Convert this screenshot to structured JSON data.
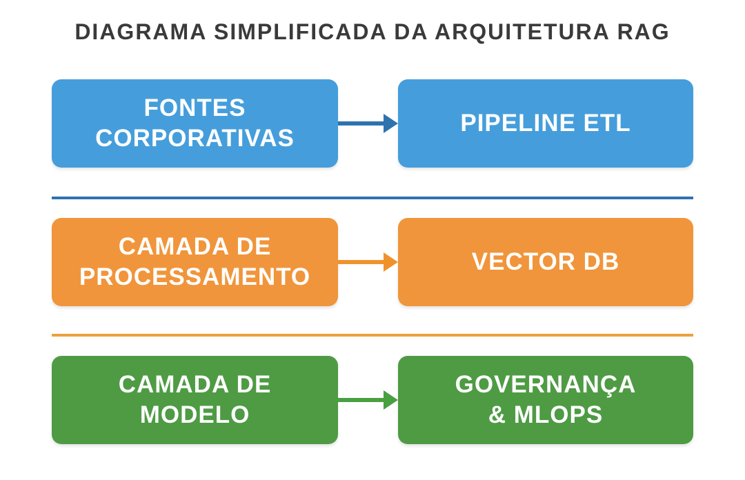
{
  "title": "DIAGRAMA SIMPLIFICADA DA ARQUITETURA RAG",
  "title_color": "#3a3a3a",
  "rows": [
    {
      "name": "data-sources-row",
      "left_label": "FONTES\nCORPORATIVAS",
      "right_label": "PIPELINE ETL",
      "box_color": "#459edb",
      "arrow_color": "#2e72ae",
      "arrow_icon": "right-arrow"
    },
    {
      "name": "processing-row",
      "left_label": "CAMADA DE\nPROCESSAMENTO",
      "right_label": "VECTOR DB",
      "box_color": "#f0953b",
      "arrow_color": "#f0922c",
      "arrow_icon": "right-arrow"
    },
    {
      "name": "model-row",
      "left_label": "CAMADA DE\nMODELO",
      "right_label": "GOVERNANÇA\n& MLOPS",
      "box_color": "#4e9b44",
      "arrow_color": "#4a9f40",
      "arrow_icon": "right-arrow"
    }
  ],
  "dividers": [
    {
      "color": "#2e72ae"
    },
    {
      "color": "#eda03c"
    }
  ]
}
